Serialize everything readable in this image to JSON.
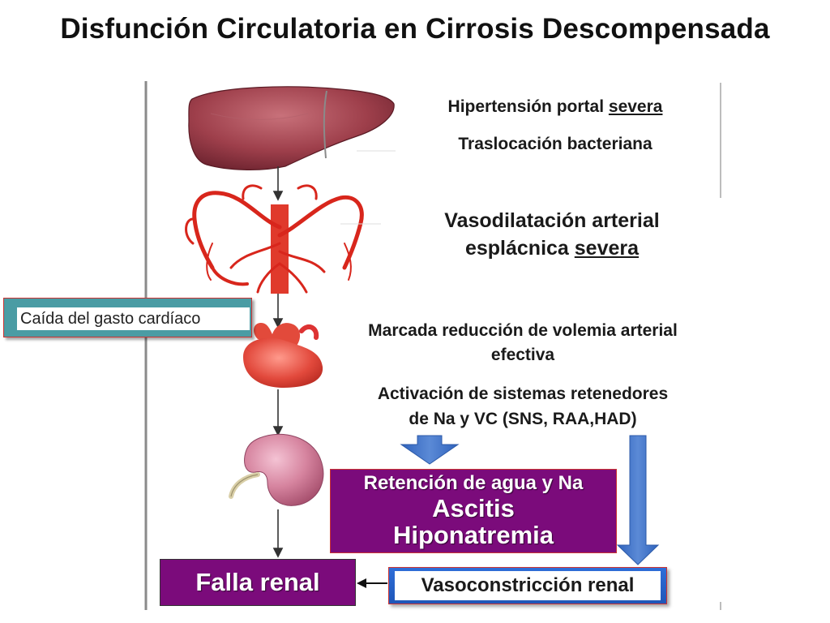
{
  "title": "Disfunción Circulatoria en Cirrosis Descompensada",
  "labels": {
    "hipertension_prefix": "Hipertensión portal ",
    "hipertension_emph": "severa",
    "traslocacion": "Traslocación bacteriana",
    "vasodilatacion_line1": "Vasodilatación arterial",
    "vasodilatacion_line2_prefix": "esplácnica ",
    "vasodilatacion_emph": "severa",
    "marcada_line1": "Marcada reducción de volemia arterial",
    "marcada_line2": "efectiva",
    "activacion_line1": "Activación de sistemas retenedores",
    "activacion_line2": "de Na y VC  (SNS, RAA,HAD)"
  },
  "boxes": {
    "caida": "Caída del gasto cardíaco",
    "retencion_line1": "Retención de agua y Na",
    "retencion_line2": "Ascitis",
    "retencion_line3": "Hiponatremia",
    "falla": "Falla renal",
    "vasoconstriccion": "Vasoconstricción renal"
  },
  "icons": [
    "liver-illustration",
    "splanchnic-vessels-illustration",
    "heart-illustration",
    "kidney-illustration"
  ],
  "colors": {
    "purple_box": "#7b0b7b",
    "blue_arrow": "#3d6fc2",
    "teal_box": "#4a9ca4",
    "border_red": "#cc3333"
  }
}
